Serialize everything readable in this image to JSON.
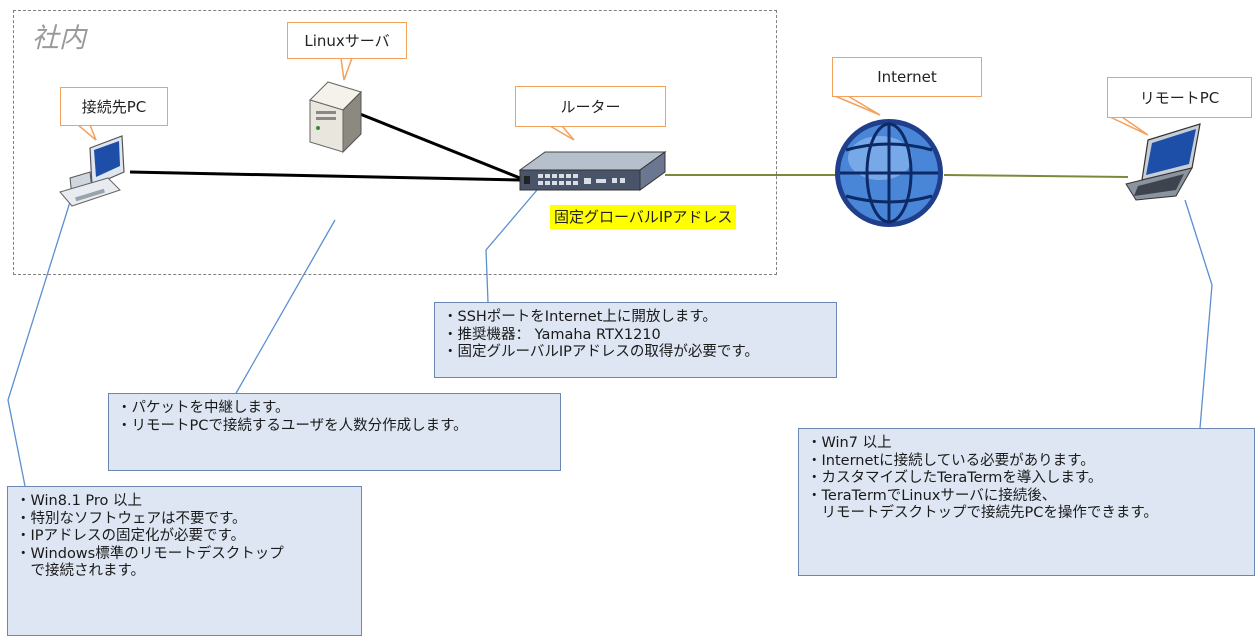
{
  "zone": {
    "label": "社内"
  },
  "callouts": {
    "pc": "接続先PC",
    "linux": "Linuxサーバ",
    "router": "ルーター",
    "internet": "Internet",
    "remote": "リモートPC"
  },
  "highlight": "固定グローバルIPアドレス",
  "notes": {
    "router": [
      "・SSHポートをInternet上に開放します。",
      "・推奨機器： Yamaha RTX1210",
      "・固定グルーバルIPアドレスの取得が必要です。"
    ],
    "linux": [
      "・パケットを中継します。",
      "・リモートPCで接続するユーザを人数分作成します。"
    ],
    "pc": [
      "・Win8.1 Pro 以上",
      "・特別なソフトウェアは不要です。",
      "・IPアドレスの固定化が必要です。",
      "・Windows標準のリモートデスクトップ",
      "　で接続されます。"
    ],
    "remote": [
      "・Win7 以上",
      "・Internetに接続している必要があります。",
      "・カスタマイズしたTeraTermを導入します。",
      "・TeraTermでLinuxサーバに接続後、",
      "　リモートデスクトップで接続先PCを操作できます。"
    ]
  },
  "colors": {
    "callout_border": "#f2a25d",
    "note_fill": "#dde6f2",
    "note_border": "#6a86b2",
    "leader": "#5b8fd0",
    "lan_cable": "#000000",
    "wan_cable": "#7a8a3a",
    "highlight": "#ffff00"
  }
}
